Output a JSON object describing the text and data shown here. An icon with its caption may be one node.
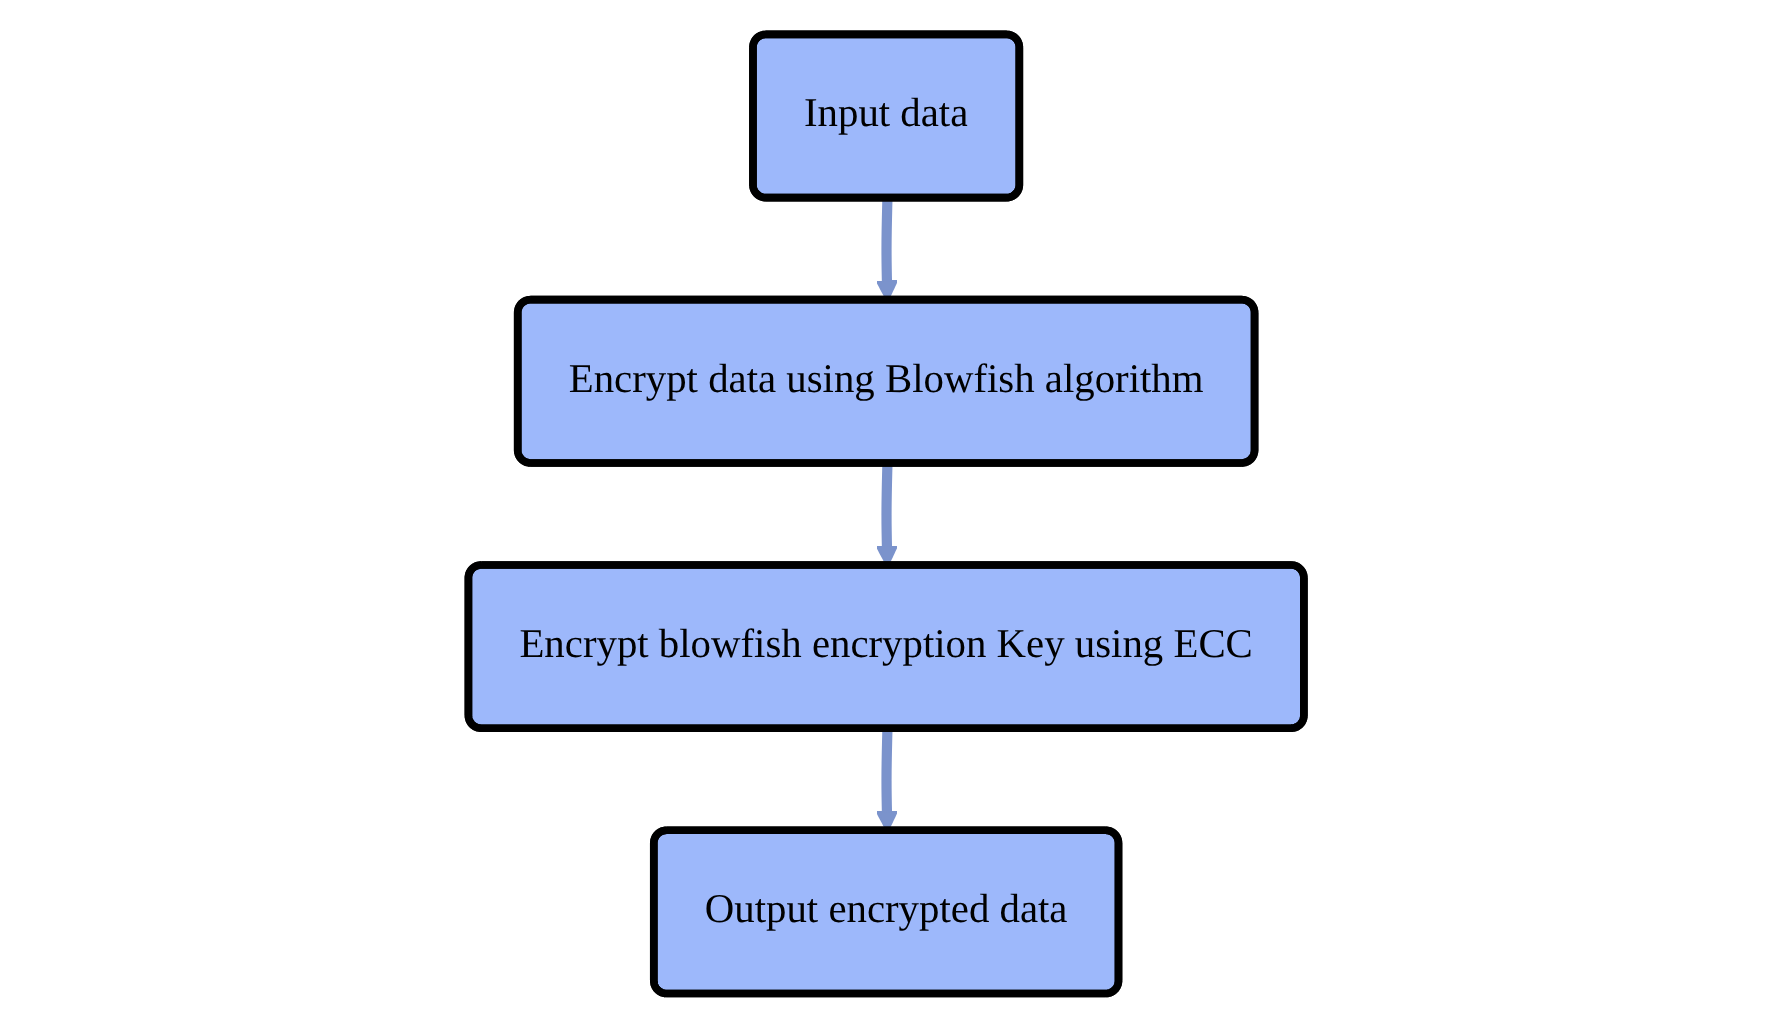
{
  "diagram": {
    "nodes": [
      {
        "text": [
          "Input data"
        ]
      },
      {
        "text": [
          "Encrypt data using Blowfish algorithm"
        ]
      },
      {
        "text": [
          "Encrypt blowfish encryption Key using ECC"
        ]
      },
      {
        "text": [
          "Output encrypted data"
        ]
      }
    ],
    "edges": [
      {
        "from": 0,
        "to": 1,
        "arrow": "to",
        "color": "#7b93cc"
      },
      {
        "from": 1,
        "to": 2,
        "arrow": "to",
        "color": "#7b93cc"
      },
      {
        "from": 2,
        "to": 3,
        "arrow": "to",
        "color": "#7b93cc"
      }
    ]
  }
}
